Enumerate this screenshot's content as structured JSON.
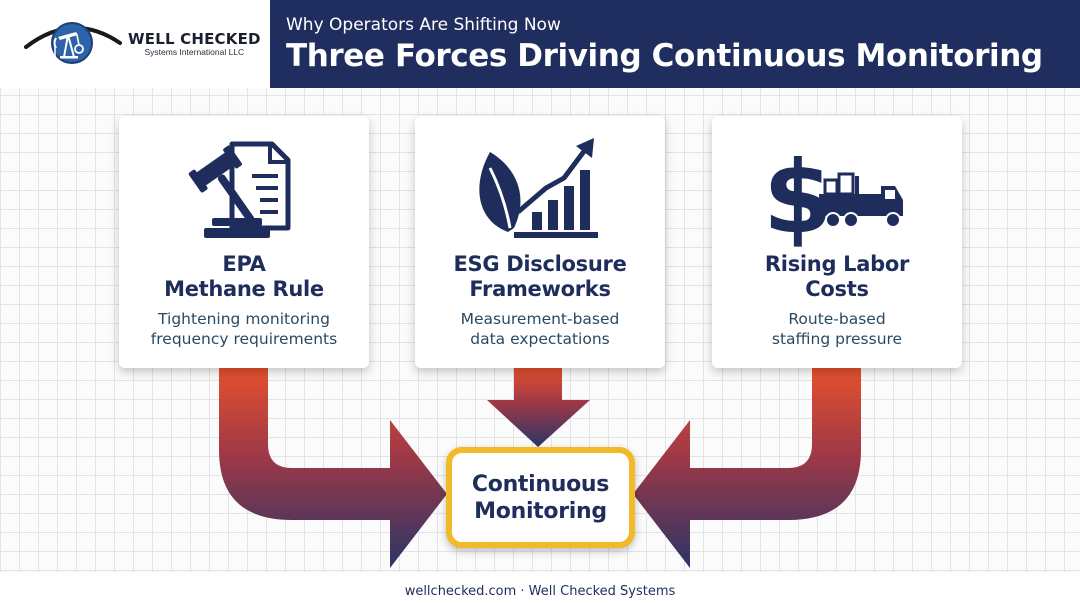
{
  "brand": {
    "name": "WELL CHECKED",
    "tagline": "Systems International LLC"
  },
  "header": {
    "kicker": "Why Operators Are Shifting Now",
    "title": "Three Forces Driving Continuous Monitoring"
  },
  "cards": [
    {
      "icon": "gavel-document-icon",
      "title_line1": "EPA",
      "title_line2": "Methane Rule",
      "desc_line1": "Tightening monitoring",
      "desc_line2": "frequency requirements"
    },
    {
      "icon": "leaf-growth-chart-icon",
      "title_line1": "ESG Disclosure",
      "title_line2": "Frameworks",
      "desc_line1": "Measurement-based",
      "desc_line2": "data expectations"
    },
    {
      "icon": "dollar-truck-icon",
      "title_line1": "Rising Labor",
      "title_line2": "Costs",
      "desc_line1": "Route-based",
      "desc_line2": "staffing pressure"
    }
  ],
  "center": {
    "line1": "Continuous",
    "line2": "Monitoring"
  },
  "footer": {
    "text": "wellchecked.com · Well Checked Systems"
  },
  "colors": {
    "navy": "#1f2e5e",
    "arrow_top": "#e5502e",
    "arrow_bottom": "#2a3566",
    "accent_gold": "#f2b928"
  }
}
